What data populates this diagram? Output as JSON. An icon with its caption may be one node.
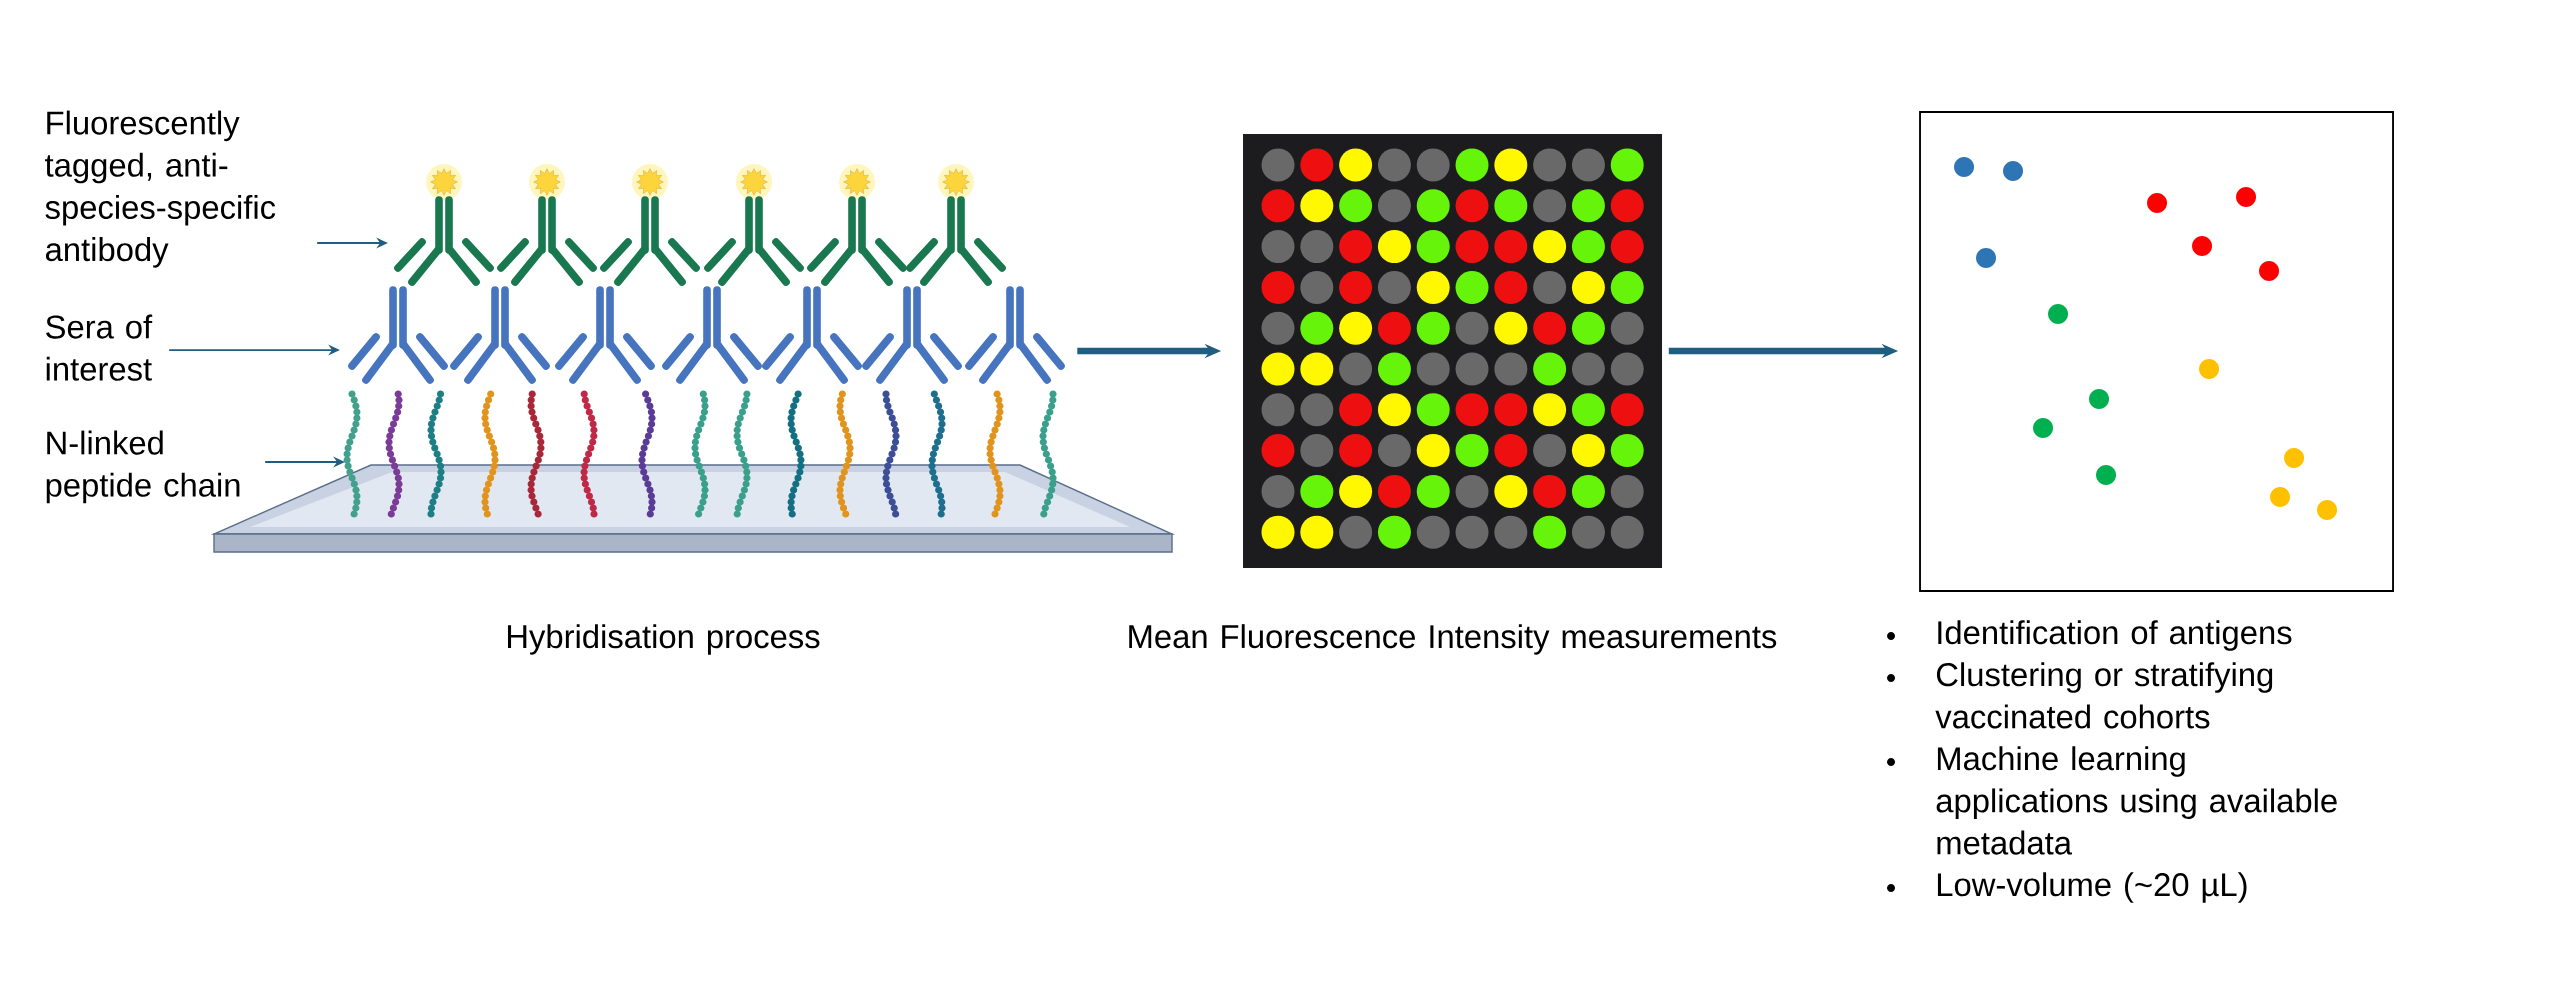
{
  "diagram": {
    "nodes": [
      {
        "text": [],
        "shape": "picture",
        "beside": [
          "Hybridisation process"
        ]
      },
      {
        "text": [
          "Fluorescently tagged, anti-species-specific antibody"
        ]
      },
      {
        "text": [
          "Sera of interest"
        ]
      },
      {
        "text": [
          "N-linked peptide chain"
        ]
      },
      {
        "text": [],
        "shape": "picture",
        "beside": [
          "Mean Fluorescence Intensity measurements"
        ]
      },
      {
        "text": [],
        "shape": "picture"
      }
    ],
    "edges": [
      {
        "from": 1,
        "to": 0,
        "arrow": "to"
      },
      {
        "from": 2,
        "to": 0,
        "arrow": "to"
      },
      {
        "from": 3,
        "to": 0,
        "arrow": "to"
      },
      {
        "from": 0,
        "to": 4,
        "arrow": "to",
        "style": "thick"
      },
      {
        "from": 4,
        "to": 5,
        "arrow": "to",
        "style": "thick"
      }
    ],
    "labels": [
      "Identification of antigens",
      "Clustering or stratifying vaccinated cohorts",
      "Machine learning applications using available metadata",
      "Low-volume (~20 µL)"
    ]
  }
}
